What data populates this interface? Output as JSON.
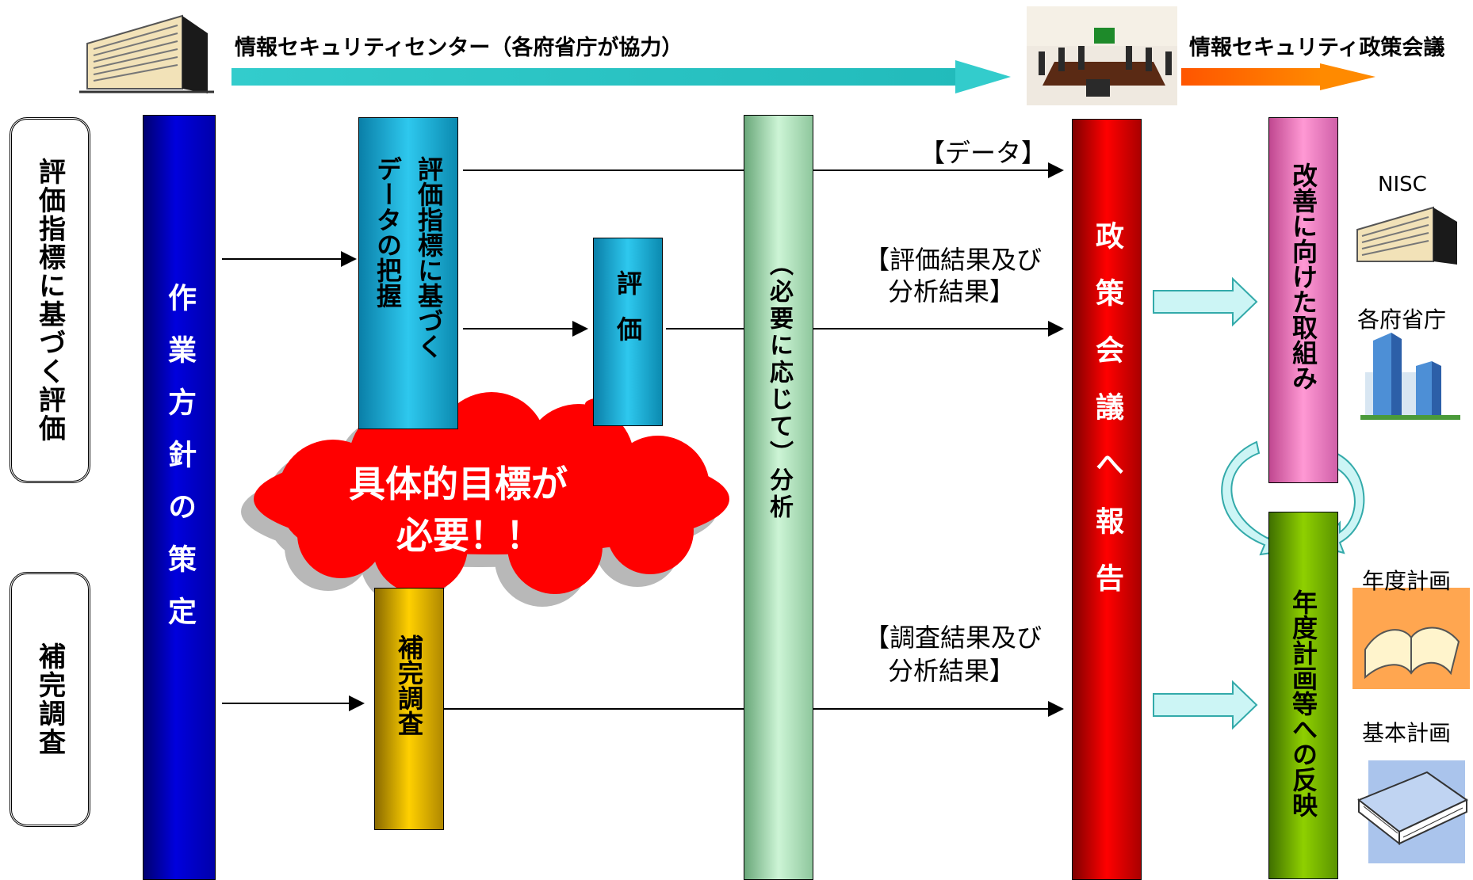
{
  "top": {
    "center_label": "情報セキュリティセンター（各府省庁が協力）",
    "council_label": "情報セキュリティ政策会議"
  },
  "left_boxes": {
    "eval_by_indicators": "評価指標に基づく評価",
    "supplementary_survey": "補完調査"
  },
  "pillars": {
    "work_policy": "作業方針の策定",
    "data_grasp_line1": "評価指標に基づく",
    "data_grasp_line2": "データの把握",
    "evaluation": "評価",
    "supplement": "補完調査",
    "analysis": "（必要に応じて）分析",
    "report": "政策会議へ報告",
    "improvement": "改善に向けた取組み",
    "reflection": "年度計画等への反映"
  },
  "arrow_labels": {
    "data": "【データ】",
    "eval_result_line1": "【評価結果及び",
    "eval_result_line2": "分析結果】",
    "survey_result_line1": "【調査結果及び",
    "survey_result_line2": "分析結果】"
  },
  "cloud": {
    "line1": "具体的目標が",
    "line2": "必要！！"
  },
  "right_side": {
    "nisc": "NISC",
    "ministries": "各府省庁",
    "annual_plan": "年度計画",
    "basic_plan": "基本計画"
  },
  "colors": {
    "cyan_arrow": "#33cccc",
    "orange_arrow": "#ff6600",
    "blue_pillar": "#0000cc",
    "aqua_pillar": "#1ab2d9",
    "gold_pillar": "#d4a000",
    "green_pillar": "#bfeecc",
    "red_pillar": "#e00000",
    "pink_pillar": "#f080c0",
    "lime_pillar": "#7fbf00",
    "cloud_red": "#ff0000"
  }
}
